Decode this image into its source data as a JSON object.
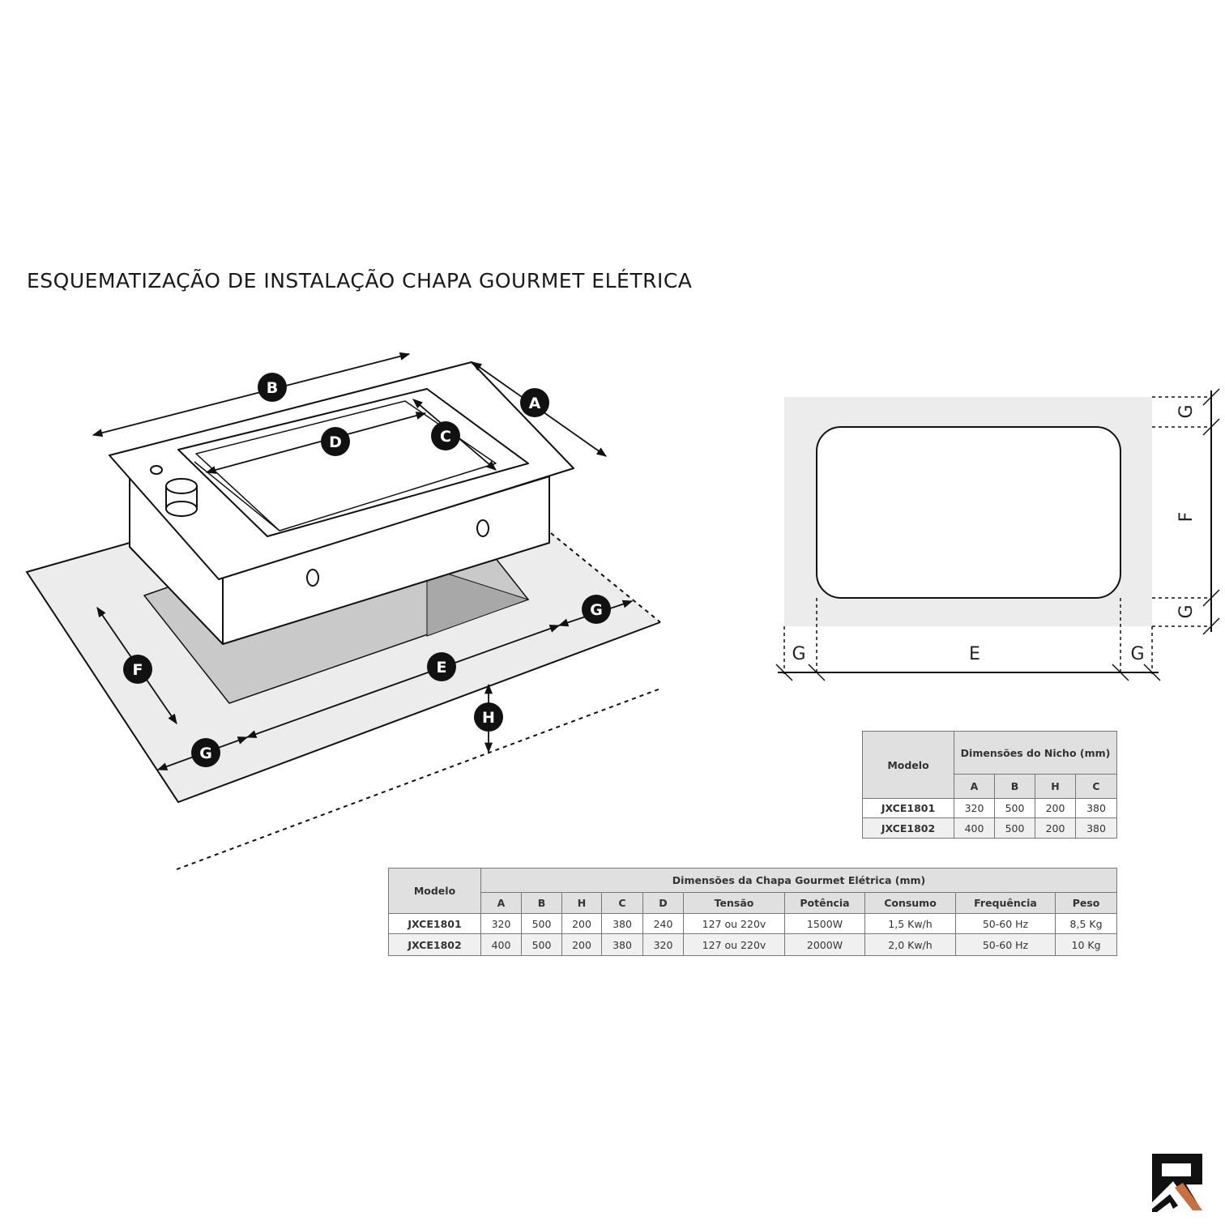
{
  "title": "ESQUEMATIZAÇÃO DE INSTALAÇÃO CHAPA GOURMET ELÉTRICA",
  "iso_labels": {
    "a": "A",
    "b": "B",
    "c": "C",
    "d": "D",
    "e": "E",
    "f": "F",
    "g": "G",
    "h": "H"
  },
  "plan_labels": {
    "e": "E",
    "f": "F",
    "g": "G"
  },
  "niche_table": {
    "model_header": "Modelo",
    "group_header": "Dimensões do Nicho (mm)",
    "columns": [
      "A",
      "B",
      "H",
      "C"
    ],
    "rows": [
      {
        "model": "JXCE1801",
        "values": [
          "320",
          "500",
          "200",
          "380"
        ]
      },
      {
        "model": "JXCE1802",
        "values": [
          "400",
          "500",
          "200",
          "380"
        ]
      }
    ]
  },
  "product_table": {
    "model_header": "Modelo",
    "group_header": "Dimensões da Chapa Gourmet Elétrica (mm)",
    "columns": [
      "A",
      "B",
      "H",
      "C",
      "D",
      "Tensão",
      "Potência",
      "Consumo",
      "Frequência",
      "Peso"
    ],
    "rows": [
      {
        "model": "JXCE1801",
        "values": [
          "320",
          "500",
          "200",
          "380",
          "240",
          "127 ou 220v",
          "1500W",
          "1,5 Kw/h",
          "50-60 Hz",
          "8,5 Kg"
        ]
      },
      {
        "model": "JXCE1802",
        "values": [
          "400",
          "500",
          "200",
          "380",
          "320",
          "127 ou 220v",
          "2000W",
          "2,0 Kw/h",
          "50-60 Hz",
          "10 Kg"
        ]
      }
    ]
  },
  "colors": {
    "logo_black": "#111111",
    "logo_accent": "#c8703f",
    "plane_gray": "#ebebeb",
    "hole_gray": "#c9c9c9"
  }
}
